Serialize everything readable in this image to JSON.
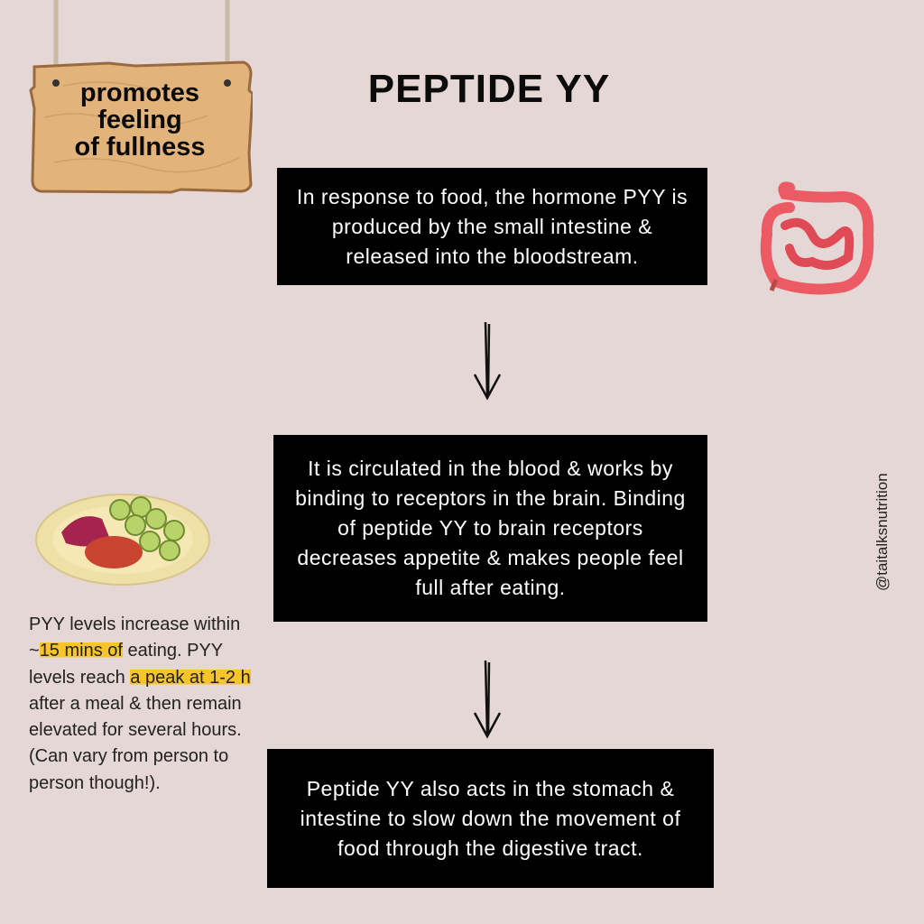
{
  "title": "PEPTIDE YY",
  "sign": {
    "line1": "promotes",
    "line2": "feeling",
    "line3": "of fullness"
  },
  "steps": [
    {
      "text": "In response to food, the hormone PYY is produced by the small intestine & released into the bloodstream."
    },
    {
      "text": "It is circulated in the blood & works by binding to receptors in the brain. Binding of peptide YY to brain receptors decreases appetite & makes people feel full after eating."
    },
    {
      "text": "Peptide YY also acts in the stomach & intestine to slow down the movement of food through the digestive tract."
    }
  ],
  "side_note": {
    "part1": "PYY levels increase within ~",
    "highlight1": "15 mins of",
    "part2": " eating. PYY levels reach ",
    "highlight2": "a peak at 1-2 h",
    "part3": " after a meal & then remain elevated for several hours.",
    "part4": "(Can vary from person to person though!)."
  },
  "watermark": "@taitalksnutrition",
  "colors": {
    "background": "#e4d7d5",
    "box": "#000000",
    "highlight": "#f7c52b",
    "wood": "#e2b47c",
    "intestine": "#ec5a63"
  }
}
